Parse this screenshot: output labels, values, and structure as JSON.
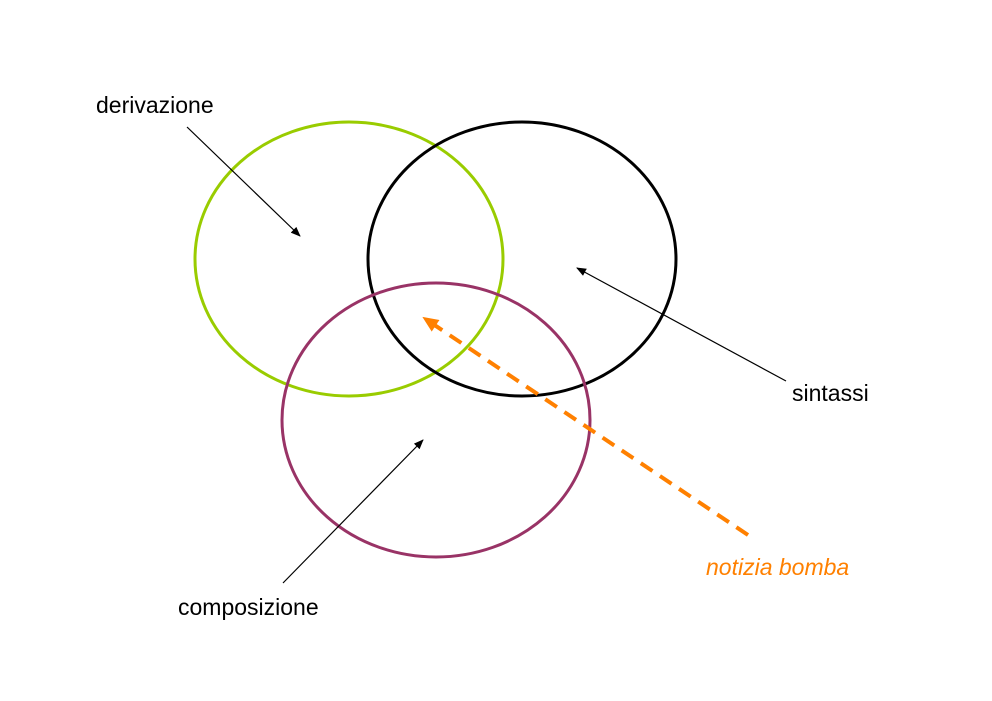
{
  "labels": {
    "derivazione": "derivazione",
    "sintassi": "sintassi",
    "composizione": "composizione",
    "notizia_bomba": "notizia bomba"
  },
  "colors": {
    "derivazione_circle": "#99cc00",
    "sintassi_circle": "#000000",
    "composizione_circle": "#993366",
    "notizia_bomba": "#ff8000",
    "text": "#000000"
  }
}
